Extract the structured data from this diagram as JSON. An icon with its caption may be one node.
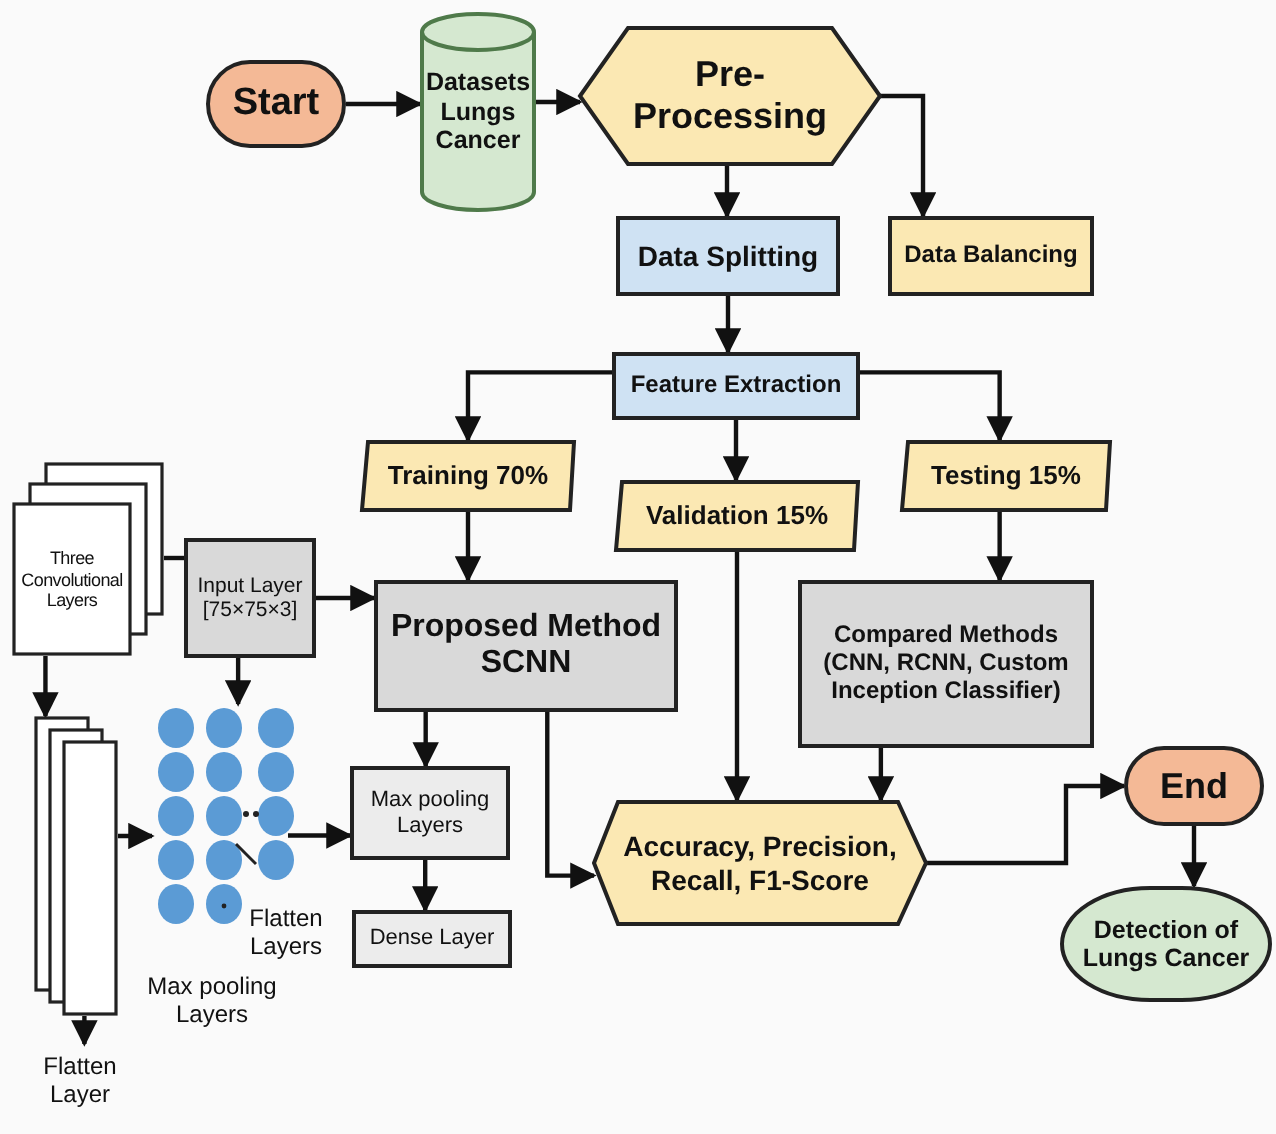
{
  "diagram": {
    "nodes": [
      {
        "text": [
          "Start"
        ]
      },
      {
        "text": [
          "Datasets Lungs Cancer"
        ]
      },
      {
        "text": [
          "Pre-Processing"
        ]
      },
      {
        "text": [
          "Data Splitting"
        ]
      },
      {
        "text": [
          "Data Balancing"
        ]
      },
      {
        "text": [
          "Feature Extraction"
        ]
      },
      {
        "text": [
          "Training 70%"
        ]
      },
      {
        "text": [
          "Validation 15%"
        ]
      },
      {
        "text": [
          "Testing 15%"
        ]
      },
      {
        "text": [
          "Three Convolutional Layers"
        ]
      },
      {
        "text": [
          "Input Layer [75×75×3]"
        ]
      },
      {
        "text": [
          "Proposed Method SCNN"
        ]
      },
      {
        "text": [
          "Compared Methods (CNN, RCNN, Custom Inception Classifier)"
        ]
      },
      {
        "text": [],
        "shape": "box"
      },
      {
        "text": [],
        "shape": "picture"
      },
      {
        "text": [
          "Max pooling Layers"
        ]
      },
      {
        "text": [
          "Accuracy, Precision, Recall, F1-Score"
        ]
      },
      {
        "text": [
          "End"
        ]
      },
      {
        "text": [
          "Dense Layer"
        ]
      },
      {
        "text": [
          "Detection of Lungs Cancer"
        ]
      },
      {
        "text": [
          "Flatten Layer"
        ]
      }
    ],
    "edges": [
      {
        "from": 0,
        "to": 1,
        "arrow": "to"
      },
      {
        "from": 1,
        "to": 2,
        "arrow": "to"
      },
      {
        "from": 2,
        "to": 3,
        "arrow": "to"
      },
      {
        "from": 2,
        "to": 4,
        "arrow": "to"
      },
      {
        "from": 3,
        "to": 5,
        "arrow": "to"
      },
      {
        "from": 5,
        "to": 6,
        "arrow": "to"
      },
      {
        "from": 5,
        "to": 7,
        "arrow": "to"
      },
      {
        "from": 5,
        "to": 8,
        "arrow": "to"
      },
      {
        "from": 6,
        "to": 11,
        "arrow": "to"
      },
      {
        "from": 7,
        "to": 16,
        "arrow": "to"
      },
      {
        "from": 8,
        "to": 12,
        "arrow": "to"
      },
      {
        "from": 12,
        "to": 16,
        "arrow": "to"
      },
      {
        "from": 11,
        "to": 15,
        "arrow": "to"
      },
      {
        "from": 11,
        "to": 16,
        "arrow": "to"
      },
      {
        "from": 15,
        "to": 18,
        "arrow": "to"
      },
      {
        "from": 10,
        "to": 11,
        "arrow": "to"
      },
      {
        "from": 9,
        "to": 10,
        "arrow": "none"
      },
      {
        "from": 9,
        "to": 13,
        "arrow": "to"
      },
      {
        "from": 10,
        "to": 14,
        "arrow": "to"
      },
      {
        "from": 13,
        "to": 14,
        "arrow": "to"
      },
      {
        "from": 14,
        "to": 15,
        "arrow": "to"
      },
      {
        "from": 13,
        "to": 20,
        "arrow": "to"
      },
      {
        "from": 16,
        "to": 17,
        "arrow": "to"
      },
      {
        "from": 17,
        "to": 19,
        "arrow": "to"
      }
    ],
    "labels": [
      "Flatten Layers",
      "Max pooling Layers"
    ]
  }
}
